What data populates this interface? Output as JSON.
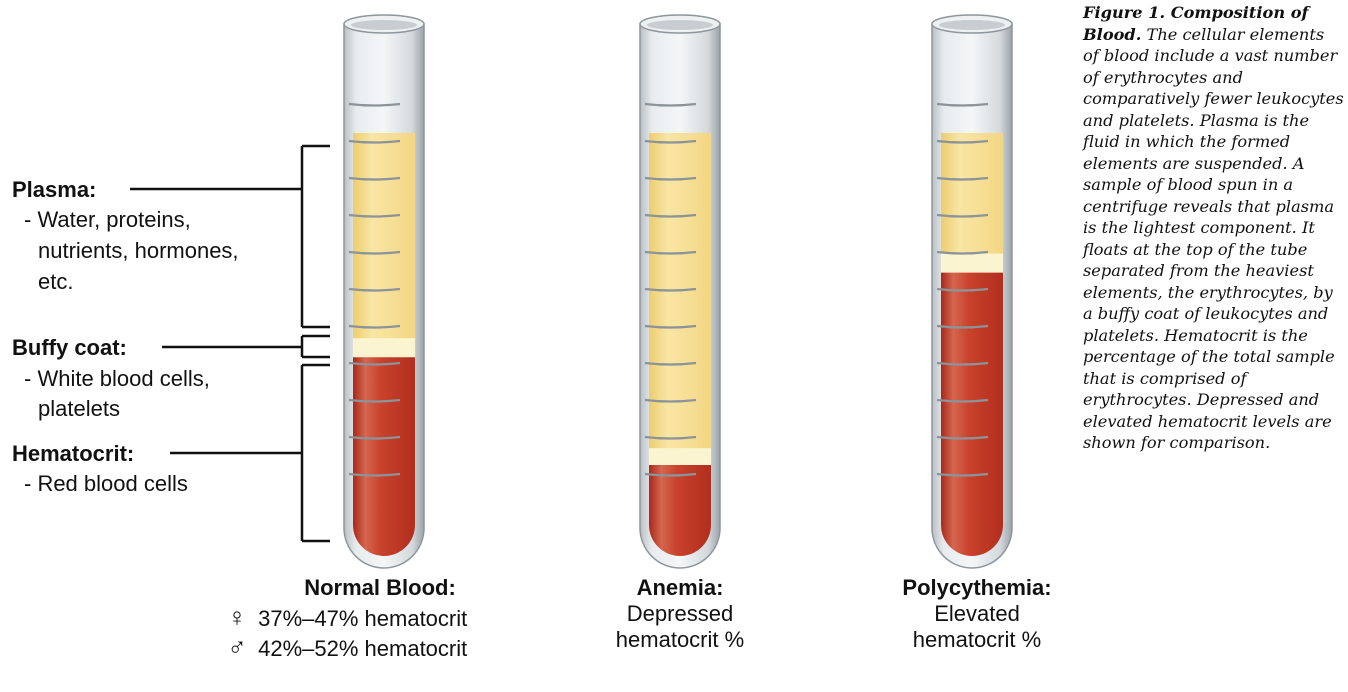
{
  "labels": {
    "plasma": {
      "title": "Plasma:",
      "lines": [
        "- Water, proteins,",
        "nutrients, hormones,",
        "etc."
      ]
    },
    "buffy": {
      "title": "Buffy coat:",
      "lines": [
        "- White blood cells,",
        "platelets"
      ]
    },
    "hematocrit": {
      "title": "Hematocrit:",
      "lines": [
        "- Red blood cells"
      ]
    }
  },
  "tubes": [
    {
      "key": "normal",
      "title": "Normal Blood:",
      "plasma_fraction": 0.485,
      "buffy_fraction": 0.045,
      "red_fraction": 0.47
    },
    {
      "key": "anemia",
      "title": "Anemia:",
      "sub1": "Depressed",
      "sub2": "hematocrit %",
      "plasma_fraction": 0.745,
      "buffy_fraction": 0.04,
      "red_fraction": 0.215
    },
    {
      "key": "polycythemia",
      "title": "Polycythemia:",
      "sub1": "Elevated",
      "sub2": "hematocrit %",
      "plasma_fraction": 0.285,
      "buffy_fraction": 0.045,
      "red_fraction": 0.67
    }
  ],
  "normal_ranges": {
    "female": {
      "symbol": "♀",
      "text": "37%–47% hematocrit"
    },
    "male": {
      "symbol": "♂",
      "text": "42%–52% hematocrit"
    }
  },
  "colors": {
    "plasma": "#f6dc8a",
    "buffy": "#fbf4d0",
    "red": "#c63a26",
    "glass": "#dfe3e6",
    "bracket": "#111111"
  },
  "figure_caption": {
    "label": "Figure 1. Composition of Blood.",
    "text": "The cellular elements of blood include a vast number of erythrocytes and comparatively fewer leukocytes and platelets. Plasma is the fluid in which the formed elements are suspended. A sample of blood spun in a centrifuge reveals that plasma is the lightest component. It floats at the top of the tube separated from the heaviest elements, the erythrocytes, by a buffy coat of leukocytes and platelets. Hematocrit is the percentage of the total sample that is comprised of erythrocytes. Depressed and elevated hematocrit levels are shown for comparison."
  }
}
